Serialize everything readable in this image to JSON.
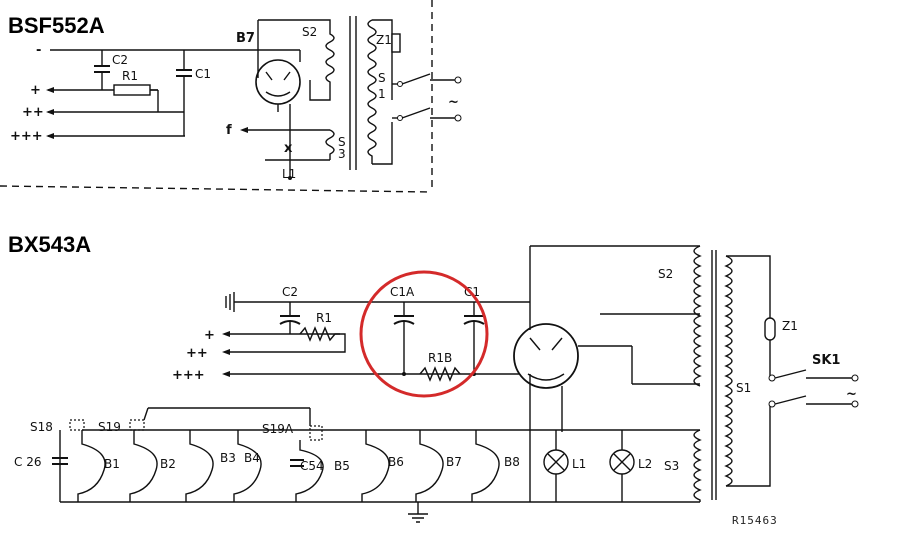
{
  "diagram_a": {
    "title": "BSF552A",
    "labels": {
      "c2": "C2",
      "r1": "R1",
      "c1": "C1",
      "b7": "B7",
      "s2": "S2",
      "z1": "Z1",
      "s": "S",
      "one": "1",
      "f": "f",
      "s3_s": "S",
      "s3_3": "3",
      "l1": "L1",
      "minus": "-",
      "plus1": "+",
      "plus2": "++",
      "plus3": "+++",
      "ac": "~"
    }
  },
  "diagram_b": {
    "title": "BX543A",
    "labels": {
      "c2": "C2",
      "r1": "R1",
      "c1a": "C1A",
      "c1": "C1",
      "r1b": "R1B",
      "s2": "S2",
      "z1": "Z1",
      "sk1": "SK1",
      "s1": "S1",
      "s3": "S3",
      "plus1": "+",
      "plus2": "++",
      "plus3": "+++",
      "s18": "S18",
      "s19": "S19",
      "s19a": "S19A",
      "c26": "C 26",
      "c54": "C54",
      "b1": "B1",
      "b2": "B2",
      "b3": "B3",
      "b4": "B4",
      "b5": "B5",
      "b6": "B6",
      "b7": "B7",
      "b8": "B8",
      "l1": "L1",
      "l2": "L2",
      "ac": "~",
      "ref": "R15463"
    }
  },
  "colors": {
    "ink": "#111111",
    "highlight": "#d42a2a"
  }
}
